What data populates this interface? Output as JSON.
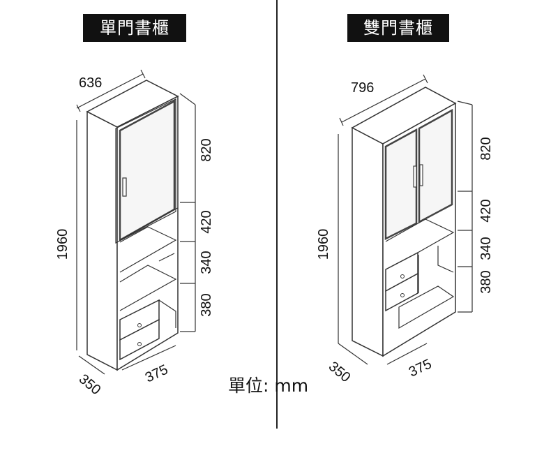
{
  "titles": {
    "left": "單門書櫃",
    "right": "雙門書櫃"
  },
  "unit_label": "單位: mm",
  "single_cabinet": {
    "width": "636",
    "height": "1960",
    "depth": "350",
    "drawer_depth": "375",
    "sections": [
      "820",
      "420",
      "340",
      "380"
    ]
  },
  "double_cabinet": {
    "width": "796",
    "height": "1960",
    "depth": "350",
    "drawer_depth": "375",
    "sections": [
      "820",
      "420",
      "340",
      "380"
    ]
  }
}
